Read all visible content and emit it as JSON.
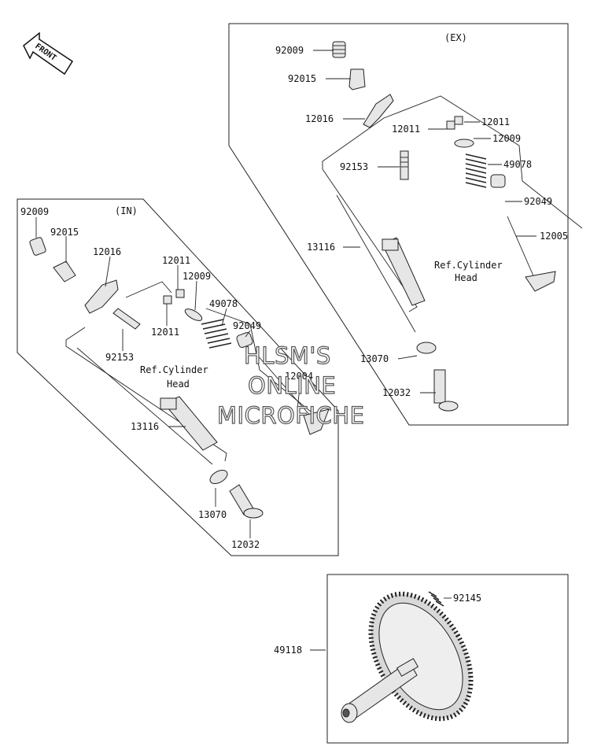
{
  "front_arrow": {
    "label": "FRONT"
  },
  "watermark": {
    "line1": "HLSM'S",
    "line2": "ONLINE",
    "line3": "MICROFICHE"
  },
  "ex_group": {
    "section_label": "(EX)",
    "ref_line1": "Ref.Cylinder",
    "ref_line2": "Head",
    "callouts": [
      "92009",
      "92015",
      "12016",
      "12011",
      "12011",
      "12009",
      "49078",
      "92153",
      "92049",
      "13116",
      "12005",
      "13070",
      "12032"
    ]
  },
  "in_group": {
    "section_label": "(IN)",
    "ref_line1": "Ref.Cylinder",
    "ref_line2": "Head",
    "callouts": [
      "92009",
      "92015",
      "12016",
      "12011",
      "12009",
      "49078",
      "92049",
      "92153",
      "12011",
      "12004",
      "13116",
      "13070",
      "12032"
    ]
  },
  "cam_group": {
    "callouts": [
      "92145",
      "49118"
    ]
  }
}
